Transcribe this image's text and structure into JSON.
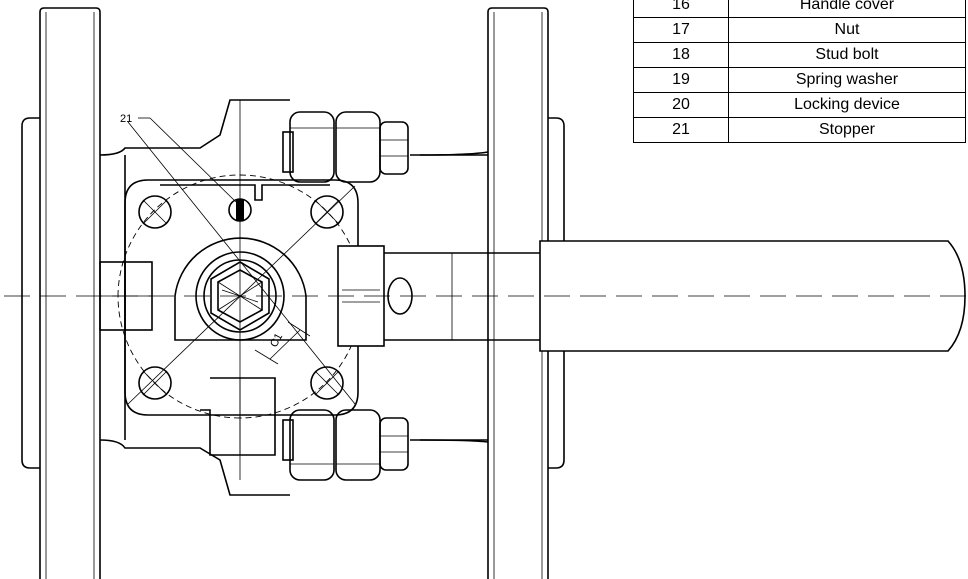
{
  "parts_table": {
    "rows": [
      {
        "no": "16",
        "name": "Handle cover"
      },
      {
        "no": "17",
        "name": "Nut"
      },
      {
        "no": "18",
        "name": "Stud bolt"
      },
      {
        "no": "19",
        "name": "Spring washer"
      },
      {
        "no": "20",
        "name": "Locking device"
      },
      {
        "no": "21",
        "name": "Stopper"
      }
    ]
  },
  "callouts": {
    "stopper_label": "21",
    "dimension_label": "C1"
  }
}
